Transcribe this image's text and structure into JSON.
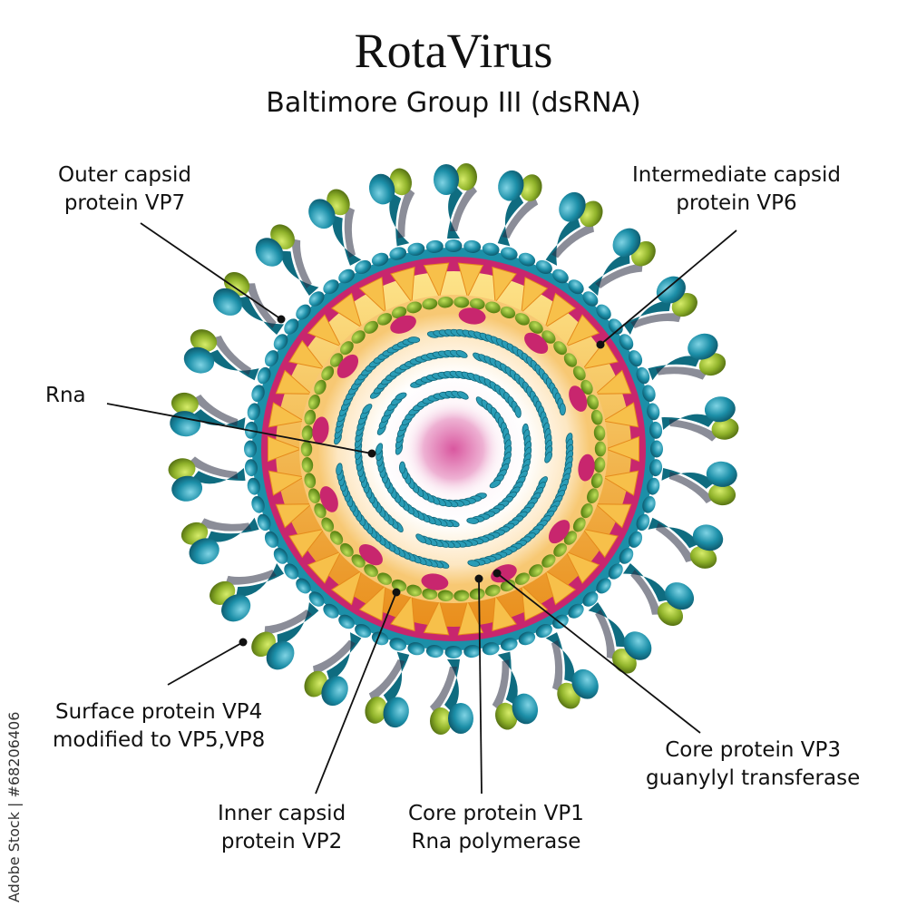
{
  "title": "RotaVirus",
  "subtitle": "Baltimore Group III (dsRNA)",
  "labels": {
    "vp7": {
      "line1": "Outer capsid",
      "line2": "protein VP7"
    },
    "vp6": {
      "line1": "Intermediate capsid",
      "line2": "protein VP6"
    },
    "rna": {
      "line1": "Rna"
    },
    "vp4": {
      "line1": "Surface protein VP4",
      "line2": "modified to VP5,VP8"
    },
    "vp2": {
      "line1": "Inner capsid",
      "line2": "protein VP2"
    },
    "vp1": {
      "line1": "Core protein VP1",
      "line2": "Rna polymerase"
    },
    "vp3": {
      "line1": "Core protein VP3",
      "line2": "guanylyl transferase"
    }
  },
  "watermark": "Adobe Stock | #68206406",
  "colors": {
    "teal": "#1c8fa8",
    "lime": "#8fb22a",
    "magenta": "#c8266e",
    "orange": "#f2a62a",
    "olive": "#6f9a1e",
    "core_pink": "#e07ab8"
  }
}
